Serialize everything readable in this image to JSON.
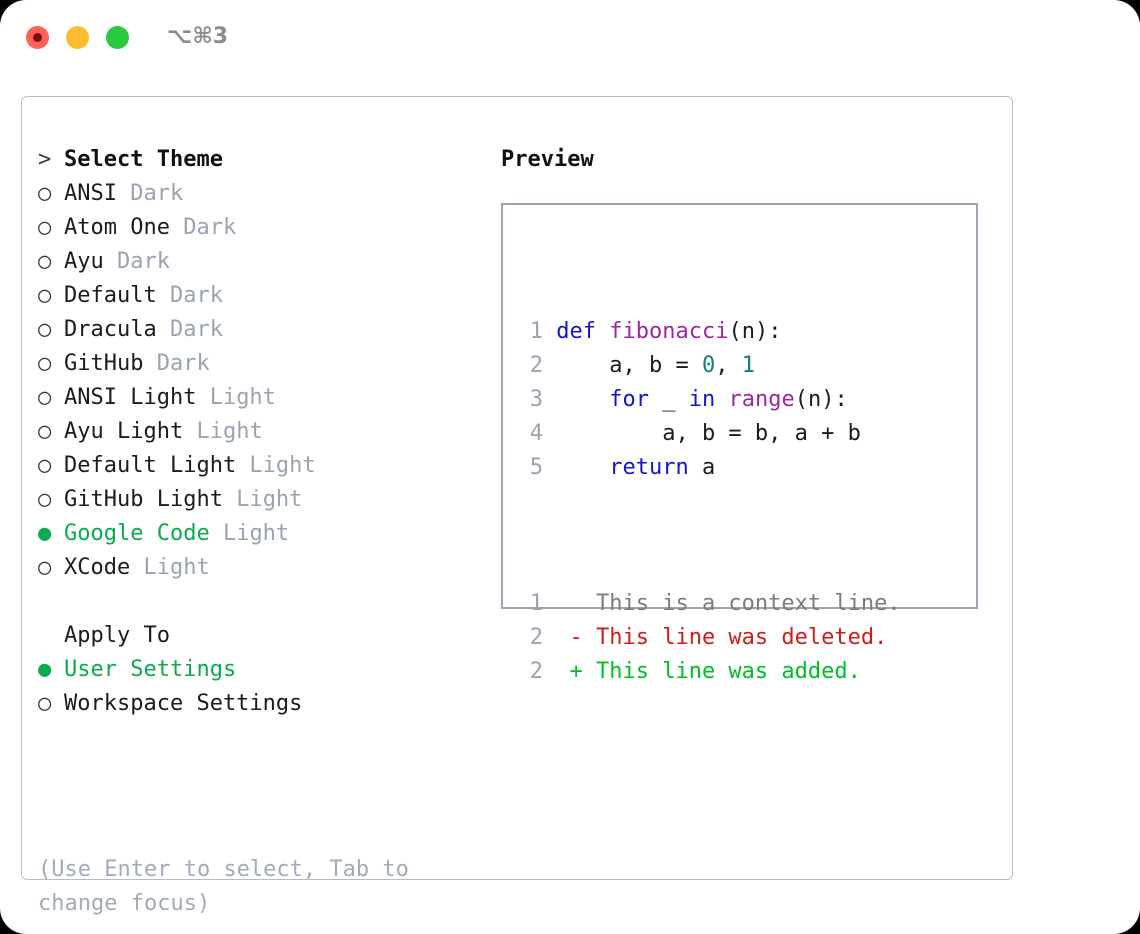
{
  "titlebar": {
    "shortcut": "⌥⌘3",
    "lights": [
      {
        "name": "close",
        "color": "#ff6159"
      },
      {
        "name": "minimize",
        "color": "#ffbd2e"
      },
      {
        "name": "zoom",
        "color": "#28c840"
      }
    ]
  },
  "theme_selector": {
    "heading_prefix": ">",
    "heading": "Select Theme",
    "marker_selected": "●",
    "marker_unselected": "○",
    "items": [
      {
        "name": "ANSI",
        "tag": "Dark",
        "selected": false
      },
      {
        "name": "Atom One",
        "tag": "Dark",
        "selected": false
      },
      {
        "name": "Ayu",
        "tag": "Dark",
        "selected": false
      },
      {
        "name": "Default",
        "tag": "Dark",
        "selected": false
      },
      {
        "name": "Dracula",
        "tag": "Dark",
        "selected": false
      },
      {
        "name": "GitHub",
        "tag": "Dark",
        "selected": false
      },
      {
        "name": "ANSI Light",
        "tag": "Light",
        "selected": false
      },
      {
        "name": "Ayu Light",
        "tag": "Light",
        "selected": false
      },
      {
        "name": "Default Light",
        "tag": "Light",
        "selected": false
      },
      {
        "name": "GitHub Light",
        "tag": "Light",
        "selected": false
      },
      {
        "name": "Google Code",
        "tag": "Light",
        "selected": true
      },
      {
        "name": "XCode",
        "tag": "Light",
        "selected": false
      }
    ]
  },
  "apply_to": {
    "heading": "Apply To",
    "items": [
      {
        "name": "User Settings",
        "selected": true
      },
      {
        "name": "Workspace Settings",
        "selected": false
      }
    ]
  },
  "hint": "(Use Enter to select, Tab to change focus)",
  "preview": {
    "title": "Preview",
    "code_lines": [
      {
        "num": "1",
        "tokens": [
          {
            "t": "def ",
            "c": "kw"
          },
          {
            "t": "fibonacci",
            "c": "fn"
          },
          {
            "t": "(n):",
            "c": "plain"
          }
        ]
      },
      {
        "num": "2",
        "tokens": [
          {
            "t": "    a, b = ",
            "c": "plain"
          },
          {
            "t": "0",
            "c": "num"
          },
          {
            "t": ", ",
            "c": "plain"
          },
          {
            "t": "1",
            "c": "num"
          }
        ]
      },
      {
        "num": "3",
        "tokens": [
          {
            "t": "    ",
            "c": "plain"
          },
          {
            "t": "for",
            "c": "kw"
          },
          {
            "t": " _ ",
            "c": "plain"
          },
          {
            "t": "in",
            "c": "kw"
          },
          {
            "t": " ",
            "c": "plain"
          },
          {
            "t": "range",
            "c": "fn"
          },
          {
            "t": "(n):",
            "c": "plain"
          }
        ]
      },
      {
        "num": "4",
        "tokens": [
          {
            "t": "        a, b = b, a + b",
            "c": "plain"
          }
        ]
      },
      {
        "num": "5",
        "tokens": [
          {
            "t": "    ",
            "c": "plain"
          },
          {
            "t": "return",
            "c": "kw"
          },
          {
            "t": " a",
            "c": "plain"
          }
        ]
      }
    ],
    "diff_lines": [
      {
        "num": "1",
        "sign": " ",
        "text": " This is a context line.",
        "kind": "context"
      },
      {
        "num": "2",
        "sign": "-",
        "text": " This line was deleted.",
        "kind": "deleted"
      },
      {
        "num": "2",
        "sign": "+",
        "text": " This line was added.",
        "kind": "added"
      }
    ]
  },
  "colors": {
    "accent_green": "#0aab4e",
    "muted": "#9aa3b0",
    "keyword": "#1414cf",
    "function": "#9c27a0",
    "number": "#0f7f7f",
    "diff_deleted": "#cc1f1a",
    "diff_added": "#00bf26",
    "border": "#9aa5b5"
  }
}
